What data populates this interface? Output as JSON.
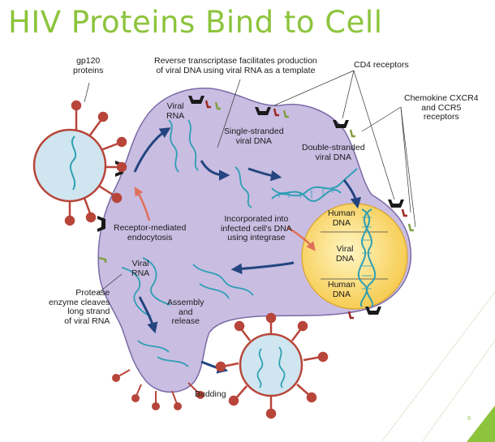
{
  "slide": {
    "title": "HIV Proteins Bind to Cell",
    "page_number": "6"
  },
  "labels": {
    "gp120": "gp120\nproteins",
    "reverse_transcriptase": "Reverse transcriptase facilitates production\nof viral DNA using viral RNA as a template",
    "cd4": "CD4 receptors",
    "chemokine": "Chemokine CXCR4\nand CCR5\nreceptors",
    "viral_rna_top": "Viral\nRNA",
    "single_stranded": "Single-stranded\nviral DNA",
    "double_stranded": "Double-stranded\nviral DNA",
    "receptor_endocytosis": "Receptor-mediated\nendocytosis",
    "incorporated": "Incorporated into\ninfected cell's DNA\nusing integrase",
    "human_dna_top": "Human\nDNA",
    "viral_dna": "Viral\nDNA",
    "human_dna_bottom": "Human\nDNA",
    "viral_rna_mid": "Viral\nRNA",
    "protease": "Protease\nenzyme cleaves\nlong strand\nof viral RNA",
    "assembly": "Assembly\nand\nrelease",
    "budding": "Budding"
  },
  "colors": {
    "title": "#8cc43c",
    "cell_fill": "#c9bde2",
    "cell_stroke": "#7b6aa6",
    "nucleus_fill": "#fbe27a",
    "virus_spike": "#b8453a",
    "virus_core": "#cfe6f0",
    "arrow_blue": "#24457f",
    "arrow_red": "#e0705a",
    "strand": "#2f9fb4",
    "receptor": "#1a1a1a",
    "coreceptor_red": "#9a2a24",
    "coreceptor_green": "#7fa040"
  }
}
